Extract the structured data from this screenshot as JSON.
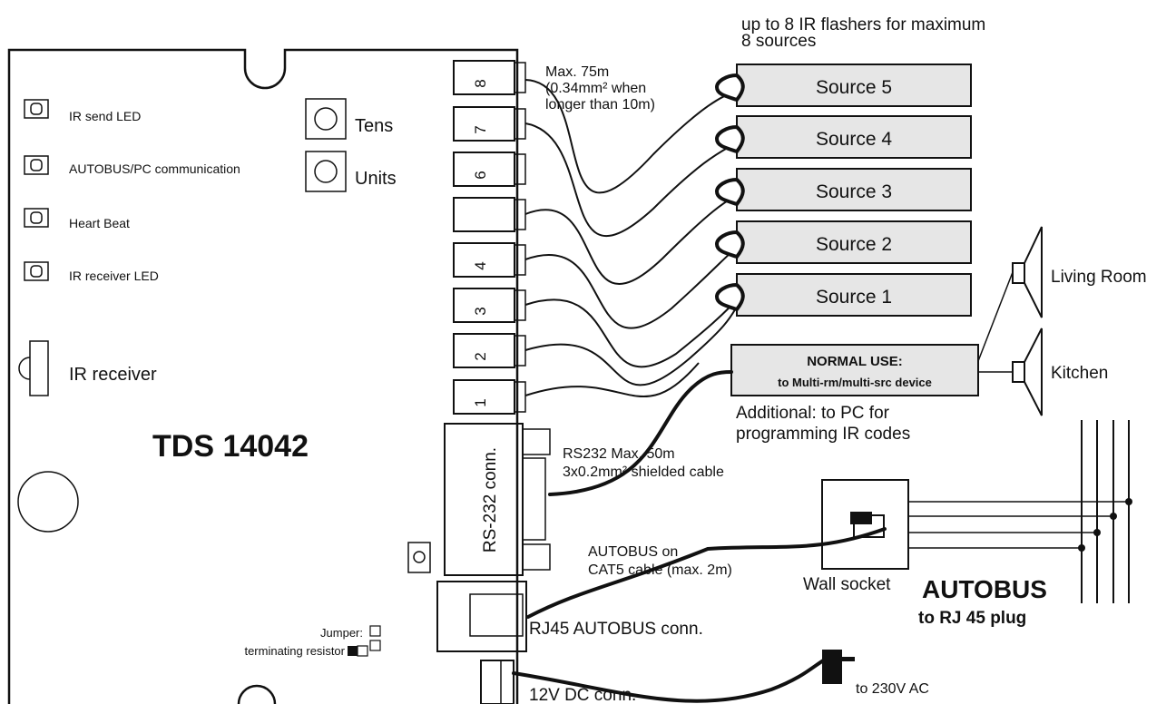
{
  "board": {
    "title": "TDS 14042",
    "leds": [
      {
        "label": "IR send LED"
      },
      {
        "label": "AUTOBUS/PC communication"
      },
      {
        "label": "Heart Beat"
      },
      {
        "label": "IR receiver LED"
      }
    ],
    "switch_tens": "Tens",
    "switch_units": "Units",
    "ir_receiver": "IR receiver",
    "jumper_label": "Jumper:",
    "terminating_label": "terminating resistor",
    "ports": [
      "8",
      "7",
      "6",
      "",
      "4",
      "3",
      "2",
      "1"
    ],
    "rs232_conn": "RS-232 conn.",
    "rj45_conn": "RJ45 AUTOBUS conn.",
    "dc_conn": "12V DC conn."
  },
  "flashers": {
    "header_line1": "up to 8 IR flashers  for maximum",
    "header_line2": "8 sources",
    "max_line1": "Max. 75m",
    "max_line2": "(0.34mm² when",
    "max_line3": "longer than 10m)",
    "sources": [
      "Source 5",
      "Source 4",
      "Source 3",
      "Source 2",
      "Source 1"
    ]
  },
  "device": {
    "normal_use": "NORMAL USE:",
    "target": "to Multi-rm/multi-src device",
    "additional_line1": "Additional: to PC for",
    "additional_line2": "programming IR codes",
    "rooms": [
      "Living Room",
      "Kitchen"
    ]
  },
  "cables": {
    "rs232_line1": "RS232 Max. 50m",
    "rs232_line2": "3x0.2mm² shielded cable",
    "autobus_line1": "AUTOBUS on",
    "autobus_line2": "CAT5 cable (max. 2m)",
    "wall_socket": "Wall socket",
    "autobus_big": "AUTOBUS",
    "to_rj45": "to RJ 45 plug",
    "ac": "to 230V AC"
  }
}
